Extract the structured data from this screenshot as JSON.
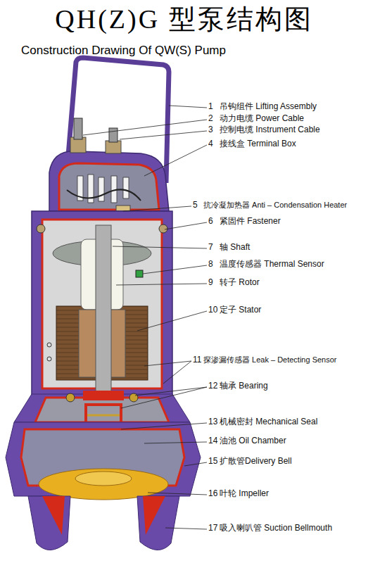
{
  "diagram": {
    "title": "QH(Z)G 型泵结构图",
    "labels": [
      "Construction Drawing Of QW(S) Pump",
      "1",
      "吊钩组件 Lifting Assembly",
      "2",
      "动力电缆 Power Cable",
      "3",
      "控制电缆 Instrument Cable",
      "4",
      "接线盒 Terminal Box",
      "5",
      "抗冷凝加热器 Anti – Condensation Heater",
      "6",
      "紧固件 Fastener",
      "7",
      "轴 Shaft",
      "8",
      "温度传感器 Thermal Sensor",
      "9",
      "转子 Rotor",
      "10",
      "定子 Stator",
      "11",
      "探渗漏传感器 Leak – Detecting Sensor",
      "12",
      "轴承 Bearing",
      "13",
      "机械密封 Mechanical Seal",
      "14",
      "油池 Oil Chamber",
      "15",
      "扩散管Delivery Bell",
      "16",
      "叶轮 Impeller",
      "17",
      "吸入喇叭管 Suction Bellmouth"
    ]
  }
}
